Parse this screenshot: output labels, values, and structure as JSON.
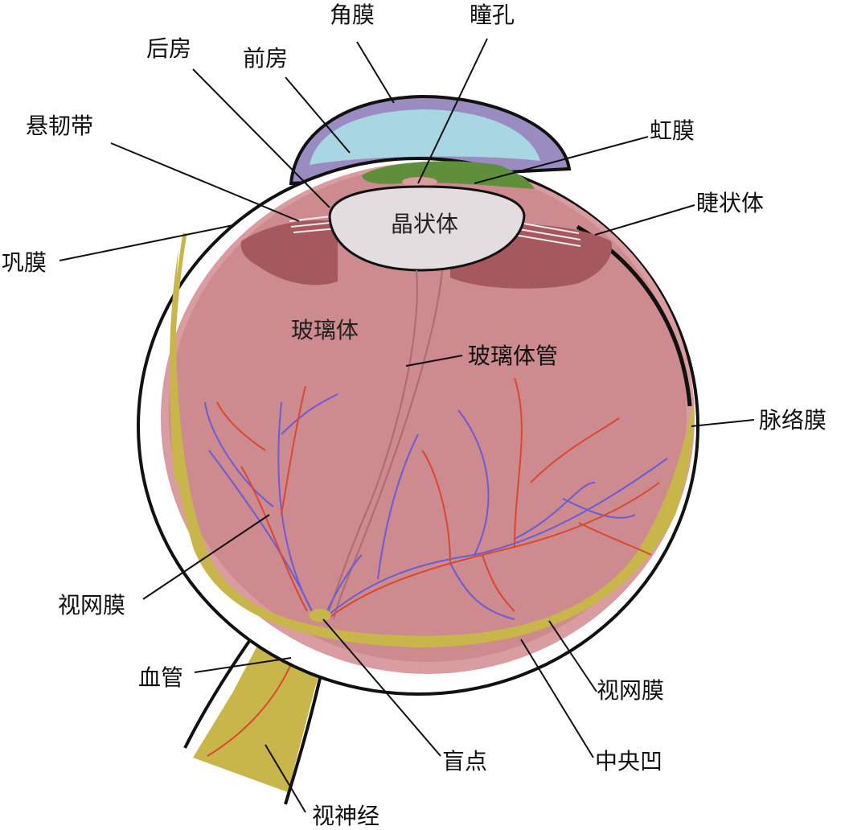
{
  "labels": {
    "cornea": "角膜",
    "pupil": "瞳孔",
    "posterior_chamber": "后房",
    "anterior_chamber": "前房",
    "suspensory_ligament": "悬韧带",
    "iris": "虹膜",
    "ciliary_body": "睫状体",
    "sclera": "巩膜",
    "lens": "晶状体",
    "vitreous_body": "玻璃体",
    "hyaloid_canal": "玻璃体管",
    "choroid": "脉络膜",
    "retina_left": "视网膜",
    "blood_vessel": "血管",
    "retina_right": "视网膜",
    "blind_spot": "盲点",
    "fovea": "中央凹",
    "optic_nerve": "视神经"
  },
  "colors": {
    "cornea_fill": "#a9d6e3",
    "cornea_rim": "#9a8cc0",
    "vitreous": "#cd8a8f",
    "sclera_rim": "#d99ca1",
    "ciliary": "#a5585e",
    "iris": "#5f8f3a",
    "retina_layer": "#c9b64a",
    "artery": "#d9482e",
    "vein": "#6b5bd6",
    "lens_fill": "#e3dde0"
  }
}
